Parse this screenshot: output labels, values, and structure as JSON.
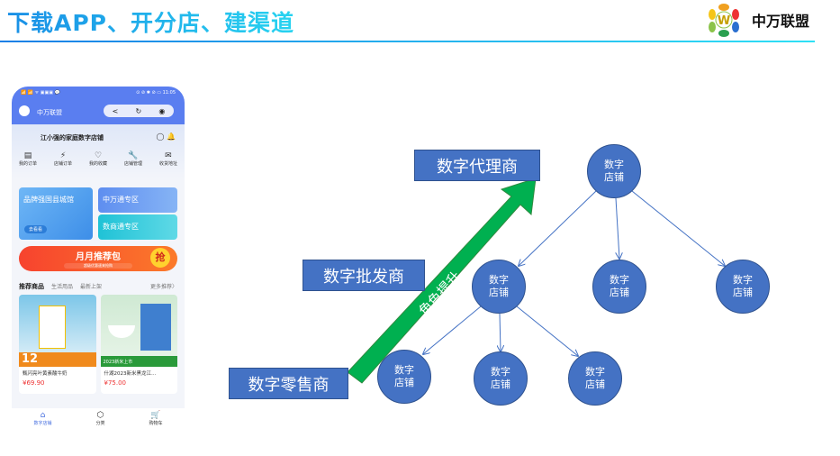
{
  "header": {
    "title": "下载APP、开分店、建渠道",
    "brand": "中万联盟"
  },
  "phone": {
    "status_left": "📶 📶 ᯤ ▣▣▣ 💬",
    "status_right": "⊙ ⊘ ✱ ⊘ ▭ 11:05",
    "app_name": "中万联盟",
    "ctrl_back": "<",
    "ctrl_refresh": "↻",
    "ctrl_target": "◉",
    "shop_name": "江小强的家庭数字店铺",
    "menu": [
      {
        "icon": "▤",
        "label": "我的订单"
      },
      {
        "icon": "⚡",
        "label": "店铺订单"
      },
      {
        "icon": "♡",
        "label": "我的收藏"
      },
      {
        "icon": "🔧",
        "label": "店铺管理"
      },
      {
        "icon": "✉",
        "label": "收货地址"
      }
    ],
    "banner1": "品牌强国县城馆",
    "banner1_btn": "去看看",
    "banner2": "中万通专区",
    "banner3": "数商通专区",
    "promo": "月月推荐包",
    "promo_sub": "超级优惠速来抢购",
    "promo_grab": "抢",
    "tabs": [
      "推荐商品",
      "生活用品",
      "最新上架",
      "更多推荐〉"
    ],
    "products": [
      {
        "name": "甄闪亮叶黄素酸牛奶",
        "price": "¥69.90",
        "badge": "12"
      },
      {
        "name": "什湖2023新米黑龙江…",
        "price": "¥75.00",
        "badge": "2023新米上市"
      }
    ],
    "nav": [
      {
        "icon": "⌂",
        "label": "数字店铺"
      },
      {
        "icon": "⬡",
        "label": "分类"
      },
      {
        "icon": "🛒",
        "label": "购物车"
      }
    ]
  },
  "diagram": {
    "roles": [
      "数字代理商",
      "数字批发商",
      "数字零售商"
    ],
    "arrow_label": "角色提升",
    "node_label": "数字\n店铺",
    "colors": {
      "node": "#4472c4",
      "arrow": "#00b050"
    }
  }
}
